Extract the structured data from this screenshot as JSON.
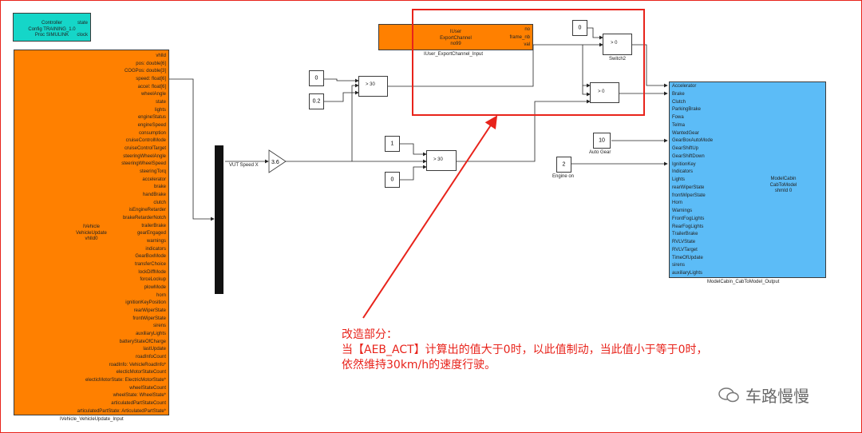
{
  "controller": {
    "lines": "Controller\nConfig TRAINING_1.0\nProc SIMULINK",
    "out_ports": [
      "state",
      "clock"
    ]
  },
  "ivehicle": {
    "lines": "IVehicle\nVehicleUpdate\nvhlId0",
    "caption": "IVehicle_VehicleUpdate_Input",
    "ports": [
      "vhlId",
      "pos: double[6]",
      "COGPos: double[3]",
      "speed: float[6]",
      "accel: float[6]",
      "wheelAngle",
      "state",
      "lights",
      "engineStatus",
      "engineSpeed",
      "consumption",
      "cruiseControlMode",
      "cruiseControlTarget",
      "steeringWheelAngle",
      "steeringWheelSpeed",
      "steeringTorq",
      "accelerator",
      "brake",
      "handBrake",
      "clutch",
      "isEngineRetarder",
      "brakeRetarderNotch",
      "trailerBrake",
      "gearEngaged",
      "warnings",
      "indicators",
      "GearBoxMode",
      "transferChoice",
      "lockDiffMode",
      "forceLockup",
      "plowMode",
      "horn",
      "ignitionKeyPosition",
      "rearWiperState",
      "frontWiperState",
      "sirens",
      "auxiliaryLights",
      "batteryStateOfCharge",
      "lastUpdate",
      "roadInfoCount",
      "roadInfo: VehicleRoadInfo*",
      "electicMotorStateCount",
      "electicMotorState: ElectricMotorState*",
      "wheelStateCount",
      "wheelState: WheelState*",
      "articulatedPartStateCount",
      "articulatedPartState: ArticulatedPartState*"
    ]
  },
  "iuser": {
    "lines": "IUser\nExportChannel\nno99",
    "caption": "IUser_ExportChannel_Input",
    "ports": [
      "no",
      "frame_nb",
      "val"
    ]
  },
  "modelcabin": {
    "lines": "ModelCabin\nCabToModel\nshmId 0",
    "caption": "ModelCabin_CabToModel_Output",
    "ports": [
      "Accelerator",
      "Brake",
      "Clutch",
      "ParkingBrake",
      "Fowa",
      "Telma",
      "WantedGear",
      "GearBoxAutoMode",
      "GearShiftUp",
      "GearShiftDown",
      "IgnitionKey",
      "Indicators",
      "Lights",
      "rearWiperState",
      "frontWiperState",
      "Horn",
      "Warnings",
      "FrontFogLights",
      "RearFogLights",
      "TrailerBrake",
      "RVLVState",
      "RVLVTarget",
      "TimeOfUpdate",
      "sirens",
      "auxiliaryLights"
    ]
  },
  "constants": {
    "c0a": "0",
    "c02": "0.2",
    "c1": "1",
    "c0b": "0",
    "c0top": "0",
    "c10": "10",
    "c2": "2"
  },
  "captions": {
    "auto_gear": "Auto Gear",
    "engine_on": "Engine on",
    "switch2": "Switch2",
    "vut_speed": "VUT Speed X"
  },
  "switch_labels": {
    "gt30": "> 30",
    "gt0": "> 0"
  },
  "gain": "3.6",
  "annotation": {
    "line1": "改造部分：",
    "line2": "当【AEB_ACT】计算出的值大于0时，以此值制动，当此值小于等于0时，",
    "line3": "依然维持30km/h的速度行驶。"
  },
  "watermark": "车路慢慢",
  "colors": {
    "orange": "#ff8000",
    "cyan": "#15d6c8",
    "blue": "#5cbcf7",
    "red": "#e8231b"
  }
}
